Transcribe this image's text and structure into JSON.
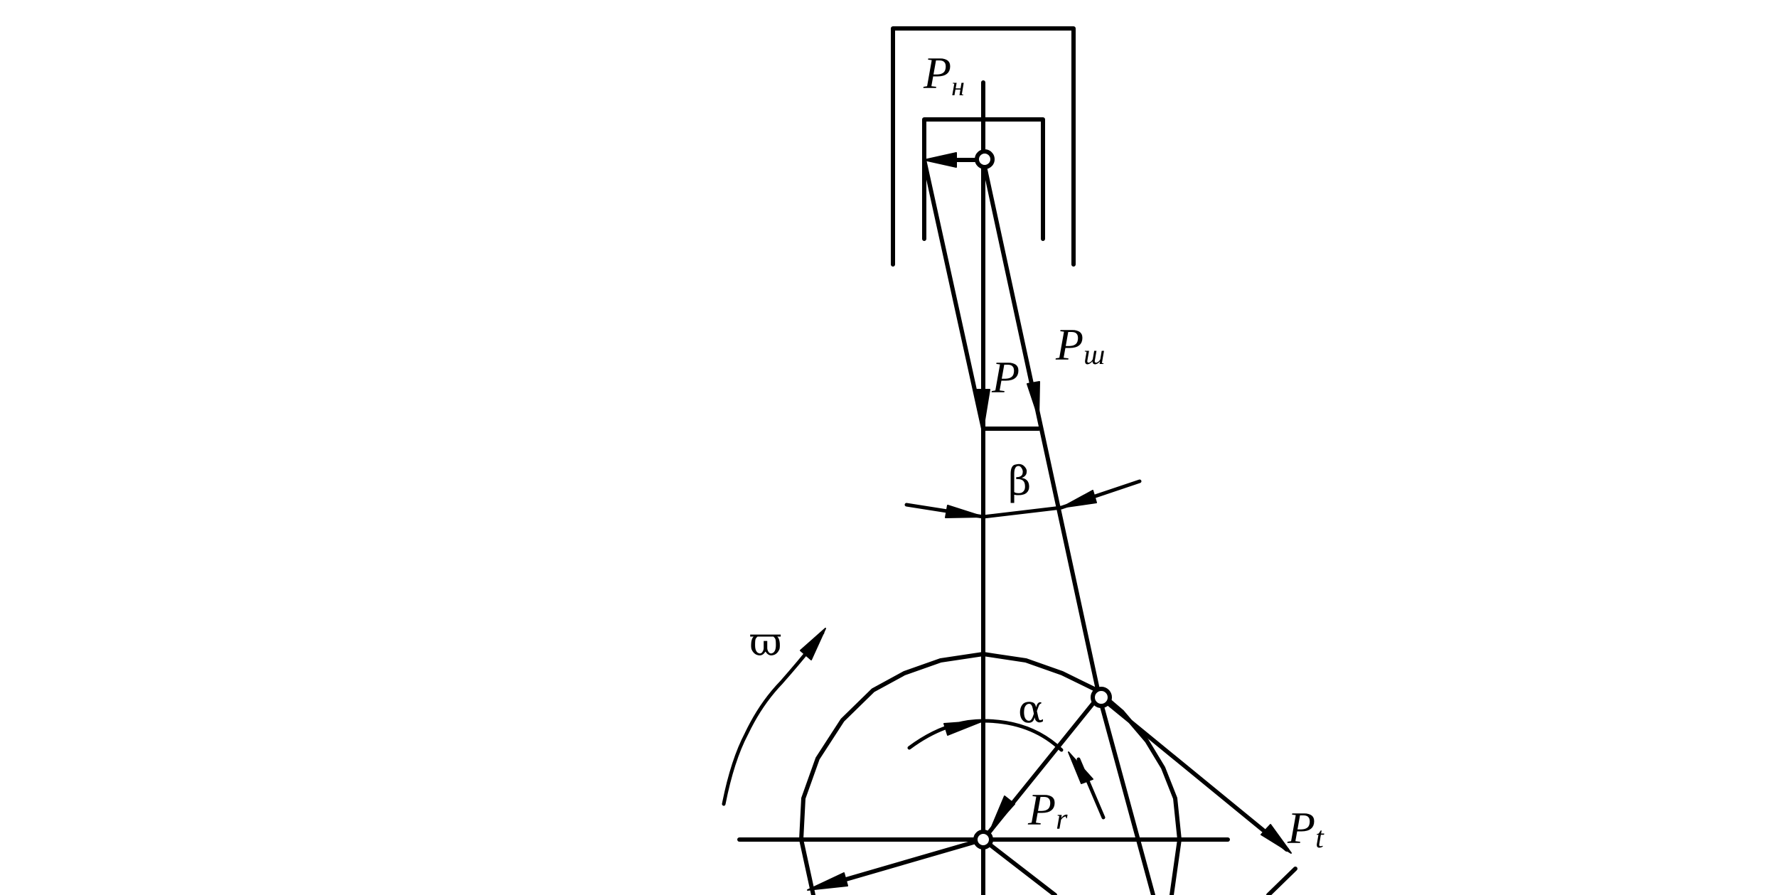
{
  "labels": {
    "p_n": {
      "main": "P",
      "sub": "н"
    },
    "p_sh": {
      "main": "P",
      "sub": "ш"
    },
    "p": {
      "main": "P"
    },
    "beta": "β",
    "omega": "ϖ",
    "alpha": "α",
    "p_r": {
      "main": "P",
      "sub": "r"
    },
    "p_t": {
      "main": "P",
      "sub": "t"
    }
  },
  "colors": {
    "ink": "#000000",
    "background": "#ffffff"
  }
}
